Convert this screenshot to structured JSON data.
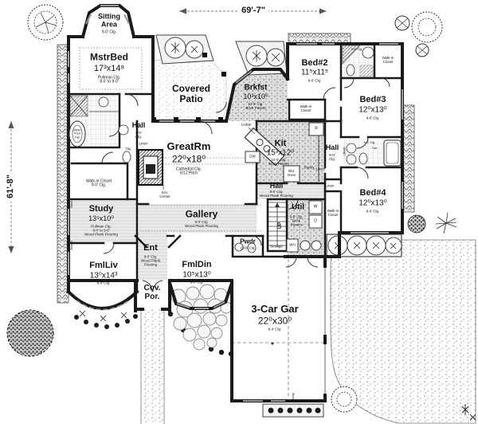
{
  "dimensions": {
    "width_label": "69'-7\"",
    "height_label": "61'-8\""
  },
  "rooms": {
    "sitting": {
      "name": "Sitting\nArea",
      "sub": "9-0' Clg."
    },
    "mstrbed": {
      "name": "MstrBed",
      "dims": "17³x14⁸",
      "sub": "Pullman Clg.\n8-0' to 9-0'"
    },
    "patio": {
      "name": "Covered\nPatio"
    },
    "brkfst": {
      "name": "Brkfst",
      "dims": "10³x10⁰",
      "sub": "10-0' Clg.\nBrick Pavers"
    },
    "bed2": {
      "name": "Bed#2",
      "dims": "11⁵x11⁵",
      "sub": "9-0' Clg."
    },
    "bed3": {
      "name": "Bed#3",
      "dims": "12⁰x13⁰",
      "sub": "9-0' Clg."
    },
    "bed4": {
      "name": "Bed#4",
      "dims": "12⁰x13⁰",
      "sub": "9-0' Clg."
    },
    "kit": {
      "name": "Kit",
      "dims": "15³x12⁰",
      "sub": "10-0' Clg.\nBrick Pavers"
    },
    "greatrm": {
      "name": "GreatRm",
      "dims": "22⁰x18⁰",
      "sub": "Cathedral Clg.\n6/12 Pitch"
    },
    "hall_master": {
      "name": "Hall",
      "sub": "9-0'\nClg."
    },
    "hall_right": {
      "name": "Hall",
      "sub": "9-0'\nClg."
    },
    "hall_center": {
      "name": "Hall",
      "sub": "9-0' Clg.\nWood Plank Flooring"
    },
    "study": {
      "name": "Study",
      "dims": "13⁵x10⁰",
      "sub": "Pullman Clg.\n8-0' to 9-0'\nWood Plank Flooring"
    },
    "gallery": {
      "name": "Gallery",
      "sub": "9-0' Clg.\nWood Plank Flooring"
    },
    "fmlliv": {
      "name": "FmlLiv",
      "dims": "13⁰x14³",
      "sub": "9-0' Clg."
    },
    "ent": {
      "name": "Ent",
      "sub": "9-0' Clg.\nWood Plank\nFlooring"
    },
    "fmldin": {
      "name": "FmlDin",
      "dims": "10⁵x13⁰",
      "sub": "9-0' Clg."
    },
    "covpor": {
      "name": "Cov.\nPor."
    },
    "pwdr": {
      "name": "Pwdr",
      "sub": "10-0' Clg."
    },
    "util": {
      "name": "Util",
      "sub": "9-0' Clg.\nBrick\nPavers"
    },
    "garage": {
      "name": "3-Car Gar",
      "dims": "22⁰x30⁰",
      "sub": "8-4' Clg."
    }
  },
  "labels": {
    "walk_in_closet_master": "Walk-in Closet\n9-0' Clg.",
    "walk_in_closet": "Walk-in\nCloset",
    "linen": "Linen",
    "tile": "Tile",
    "whirlpool": "Whirl\nPool\nTub",
    "ent_center": "Ent.\nCenter",
    "dbl_oven": "Dbl.\nOven",
    "pantry": "Pantry",
    "dw": "DW",
    "fridge": "R",
    "ledge": "Ledge",
    "storage": "Storage",
    "up": "UP",
    "washer": "W",
    "dryer": "D",
    "water_heater": "WH",
    "bath_clg": "9-0' Clg.",
    "tub": "Tub",
    "boxed": "Boxed",
    "stoop": "Stoop"
  },
  "colors": {
    "wall": "#1a1a1a",
    "paper": "#ffffff",
    "stipple": "#8a8a8a"
  }
}
